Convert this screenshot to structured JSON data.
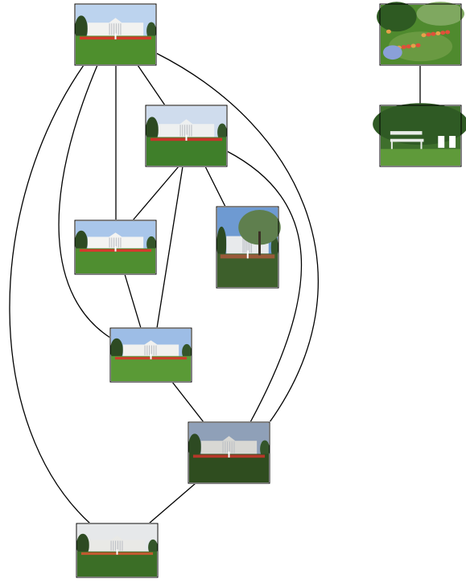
{
  "diagram": {
    "type": "image-similarity-graph",
    "nodes": [
      {
        "id": "wh-front-1",
        "kind": "white-house-lawn",
        "sky": "#bcd3ee",
        "building": "#f2f2f0",
        "lawn": "#4e8f2d",
        "flowers": "#d23a2a"
      },
      {
        "id": "wh-front-2",
        "kind": "white-house-lawn",
        "sky": "#cfdced",
        "building": "#eef0f0",
        "lawn": "#3f7f2a",
        "flowers": "#c8342a"
      },
      {
        "id": "wh-front-3",
        "kind": "white-house-lawn",
        "sky": "#a9c6ea",
        "building": "#f4f4f2",
        "lawn": "#4f8e30",
        "flowers": "#d33b2c"
      },
      {
        "id": "wh-tree-portrait",
        "kind": "white-house-tree",
        "sky": "#6e9ad2",
        "building": "#e8eaec",
        "lawn": "#3d5f2b",
        "flowers": "#9a5a3a"
      },
      {
        "id": "wh-front-4",
        "kind": "white-house-lawn",
        "sky": "#9dbde6",
        "building": "#f1f1ef",
        "lawn": "#5a9a36",
        "flowers": "#c9402c"
      },
      {
        "id": "wh-dusk",
        "kind": "white-house-lawn",
        "sky": "#8fa0b8",
        "building": "#d8d8d4",
        "lawn": "#2f4d1f",
        "flowers": "#b5382a"
      },
      {
        "id": "wh-overcast",
        "kind": "white-house-lawn",
        "sky": "#e6e8ea",
        "building": "#e9e9e6",
        "lawn": "#3b6e26",
        "flowers": "#c05a30"
      },
      {
        "id": "garden-flowers",
        "kind": "garden",
        "sky": "#6a9b4a",
        "building": "#e7a04a",
        "lawn": "#4f8a2e",
        "flowers": "#e0503a"
      },
      {
        "id": "garden-bench",
        "kind": "bench",
        "sky": "#3e6f2c",
        "building": "#e8ece8",
        "lawn": "#5f9a3a",
        "flowers": "#ffffff"
      }
    ],
    "edges": [
      {
        "from": "wh-front-1",
        "to": "wh-front-2"
      },
      {
        "from": "wh-front-1",
        "to": "wh-front-3"
      },
      {
        "from": "wh-front-1",
        "to": "wh-front-4"
      },
      {
        "from": "wh-front-1",
        "to": "wh-dusk"
      },
      {
        "from": "wh-front-1",
        "to": "wh-overcast"
      },
      {
        "from": "wh-front-2",
        "to": "wh-front-3"
      },
      {
        "from": "wh-front-2",
        "to": "wh-tree-portrait"
      },
      {
        "from": "wh-front-2",
        "to": "wh-front-4"
      },
      {
        "from": "wh-front-2",
        "to": "wh-dusk"
      },
      {
        "from": "wh-front-3",
        "to": "wh-front-4"
      },
      {
        "from": "wh-front-4",
        "to": "wh-dusk"
      },
      {
        "from": "wh-dusk",
        "to": "wh-overcast"
      },
      {
        "from": "garden-flowers",
        "to": "garden-bench"
      }
    ]
  }
}
